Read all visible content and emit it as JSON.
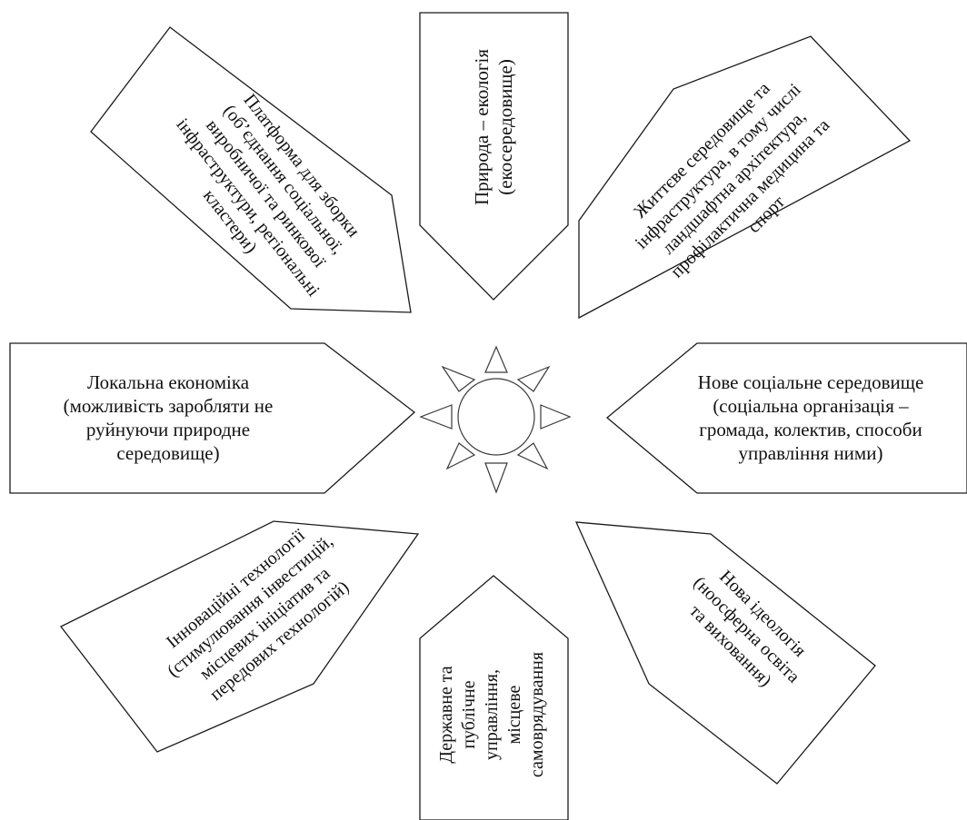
{
  "diagram": {
    "center": "sun-icon",
    "nodes": {
      "nature": "Природа – екологія\n(екосередовище)",
      "platform": "Платформа для зборки\n(об’єднання соціальної,\nвиробничої та ринкової\nінфраструктури, регіональні\nкластери)",
      "living": "Життєве середовище та\nінфраструктура, в тому числі\nландшафтна архітектура,\nпрофілактична медицина та\nспорт",
      "economy": "Локальна економіка\n(можливість заробляти не\nруйнуючи природне\nсередовище)",
      "social": "Нове соціальне середовище\n(соціальна організація –\nгромада, колектив, способи\nуправління ними)",
      "innovation": "Інноваційні технології\n(стимулювання інвестицій,\nмісцевих ініціатив та\nпередових технологій)",
      "ideology": "Нова ідеологія\n(ноосферна освіта\nта виховання)",
      "governance": "Державне та\nпублічне\nуправління,\nмісцеве\nсамоврядування"
    }
  }
}
